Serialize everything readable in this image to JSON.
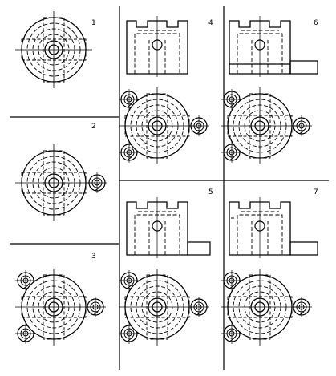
{
  "panels": [
    {
      "label": "1"
    },
    {
      "label": "2"
    },
    {
      "label": "3"
    },
    {
      "label": "4"
    },
    {
      "label": "5"
    },
    {
      "label": "6"
    },
    {
      "label": "7"
    }
  ],
  "colors": {
    "ink": "#000000",
    "background": "#ffffff"
  }
}
